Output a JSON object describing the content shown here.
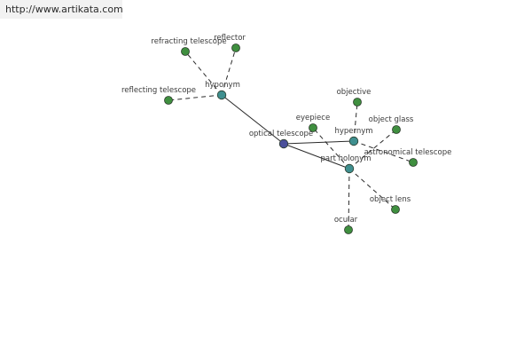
{
  "header": {
    "url": "http://www.artikata.com"
  },
  "graph": {
    "node_colors": {
      "center": "#4a4f9a",
      "relation": "#3f8f8f",
      "leaf": "#3f8f3f",
      "node_stroke": "#2a3a2a"
    },
    "edge_colors": {
      "solid": "#2a2a2a",
      "dashed": "#2a2a2a"
    },
    "nodes": [
      {
        "id": "optical",
        "label": "optical telescope",
        "kind": "center"
      },
      {
        "id": "hyponym",
        "label": "hyponym",
        "kind": "relation"
      },
      {
        "id": "hypernym",
        "label": "hypernym",
        "kind": "relation"
      },
      {
        "id": "partholonym",
        "label": "part holonym",
        "kind": "relation"
      },
      {
        "id": "refracting",
        "label": "refracting telescope",
        "kind": "leaf"
      },
      {
        "id": "reflector",
        "label": "reflector",
        "kind": "leaf"
      },
      {
        "id": "reflecting",
        "label": "reflecting telescope",
        "kind": "leaf"
      },
      {
        "id": "objective",
        "label": "objective",
        "kind": "leaf"
      },
      {
        "id": "eyepiece",
        "label": "eyepiece",
        "kind": "leaf"
      },
      {
        "id": "objectglass",
        "label": "object glass",
        "kind": "leaf"
      },
      {
        "id": "astronomical",
        "label": "astronomical telescope",
        "kind": "leaf"
      },
      {
        "id": "objectlens",
        "label": "object lens",
        "kind": "leaf"
      },
      {
        "id": "ocular",
        "label": "ocular",
        "kind": "leaf"
      }
    ],
    "edges": [
      {
        "from": "optical",
        "to": "hyponym",
        "style": "solid"
      },
      {
        "from": "optical",
        "to": "hypernym",
        "style": "solid"
      },
      {
        "from": "optical",
        "to": "partholonym",
        "style": "solid"
      },
      {
        "from": "hyponym",
        "to": "refracting",
        "style": "dashed"
      },
      {
        "from": "hyponym",
        "to": "reflector",
        "style": "dashed"
      },
      {
        "from": "hyponym",
        "to": "reflecting",
        "style": "dashed"
      },
      {
        "from": "hypernym",
        "to": "objective",
        "style": "dashed"
      },
      {
        "from": "hypernym",
        "to": "astronomical",
        "style": "dashed"
      },
      {
        "from": "partholonym",
        "to": "eyepiece",
        "style": "dashed"
      },
      {
        "from": "partholonym",
        "to": "objectglass",
        "style": "dashed"
      },
      {
        "from": "partholonym",
        "to": "objectlens",
        "style": "dashed"
      },
      {
        "from": "partholonym",
        "to": "ocular",
        "style": "dashed"
      }
    ]
  }
}
